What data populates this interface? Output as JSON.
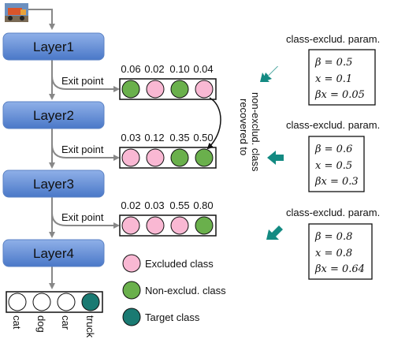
{
  "layers": [
    {
      "label": "Layer1"
    },
    {
      "label": "Layer2"
    },
    {
      "label": "Layer3"
    },
    {
      "label": "Layer4"
    }
  ],
  "exit_label": "Exit point",
  "exits": [
    {
      "values": [
        "0.06",
        "0.02",
        "0.10",
        "0.04"
      ],
      "classes": [
        "non-excluded",
        "excluded",
        "non-excluded",
        "excluded"
      ]
    },
    {
      "values": [
        "0.03",
        "0.12",
        "0.35",
        "0.50"
      ],
      "classes": [
        "excluded",
        "excluded",
        "non-excluded",
        "non-excluded"
      ]
    },
    {
      "values": [
        "0.02",
        "0.03",
        "0.55",
        "0.80"
      ],
      "classes": [
        "excluded",
        "excluded",
        "excluded",
        "non-excluded"
      ]
    }
  ],
  "recovered_note": [
    "recovered to",
    "non-exclud. class"
  ],
  "param_panels": [
    {
      "title": "class-exclud. param.",
      "lines": [
        "β = 0.5",
        "x = 0.1",
        "βx = 0.05"
      ]
    },
    {
      "title": "class-exclud. param.",
      "lines": [
        "β = 0.6",
        "x = 0.5",
        "βx = 0.3"
      ]
    },
    {
      "title": "class-exclud. param.",
      "lines": [
        "β = 0.8",
        "x = 0.8",
        "βx = 0.64"
      ]
    }
  ],
  "legend": [
    {
      "label": "Excluded class",
      "kind": "excluded"
    },
    {
      "label": "Non-exclud. class",
      "kind": "non-excluded"
    },
    {
      "label": "Target class",
      "kind": "target"
    }
  ],
  "output_classes": [
    "cat",
    "dog",
    "car",
    "truck"
  ],
  "colors": {
    "layer_fill_top": "#8fb0e8",
    "layer_fill_bottom": "#4a78c8",
    "layer_border": "#5b82c4",
    "excluded": "#f9b8d3",
    "non_excluded": "#6ab04c",
    "target": "#1a7a72",
    "arrow_teal": "#138a82",
    "connector": "#888888"
  },
  "icons": [
    "truck-image",
    "teal-arrow-icon"
  ]
}
